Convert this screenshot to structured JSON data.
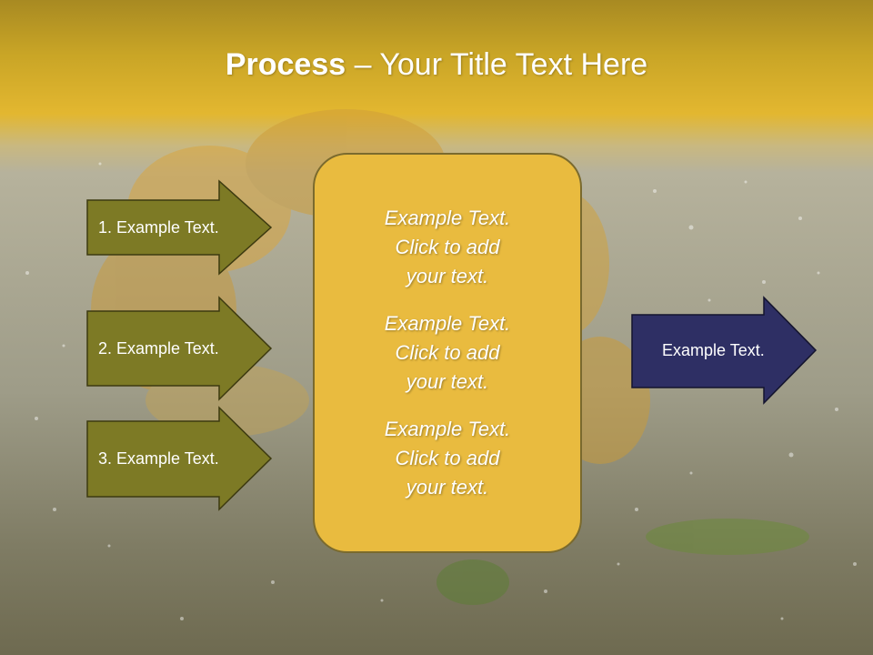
{
  "slide": {
    "title_bold": "Process",
    "title_rest": " – Your Title Text Here",
    "left_arrows": [
      {
        "label": "1. Example Text."
      },
      {
        "label": "2. Example Text."
      },
      {
        "label": "3. Example Text."
      }
    ],
    "center_box": {
      "paragraphs": [
        {
          "line1": "Example Text.",
          "line2": "Click  to add",
          "line3": "your text."
        },
        {
          "line1": "Example Text.",
          "line2": "Click  to add",
          "line3": "your text."
        },
        {
          "line1": "Example Text.",
          "line2": "Click  to add",
          "line3": "your text."
        }
      ]
    },
    "right_arrow": {
      "label": "Example Text."
    }
  },
  "colors": {
    "left_arrow_fill": "#7d7a25",
    "right_arrow_fill": "#2e2f64",
    "center_box_fill": "#e9bb3f",
    "title_bar": "#c9a526"
  }
}
